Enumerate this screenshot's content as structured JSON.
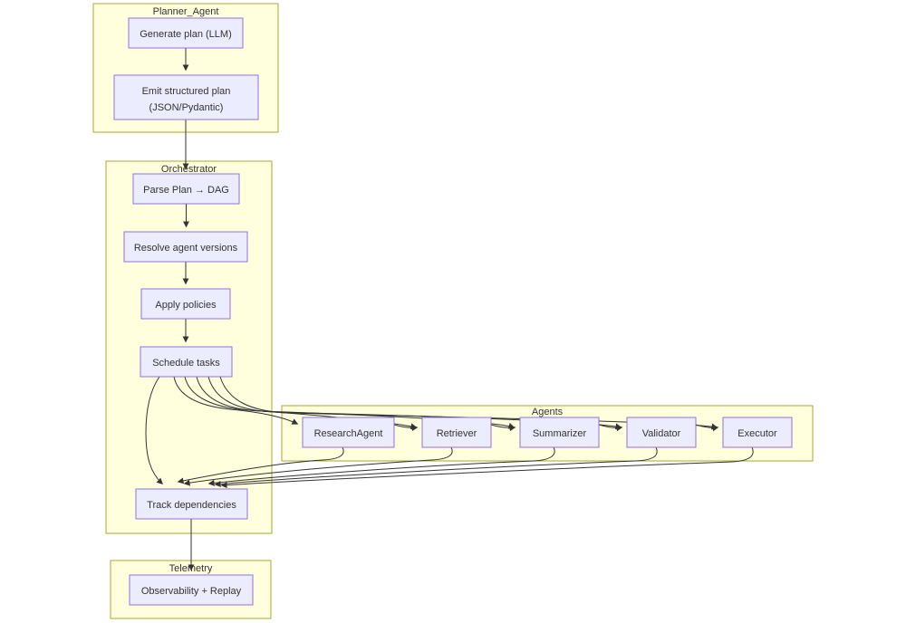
{
  "diagram": {
    "type": "flowchart",
    "colors": {
      "background": "#ffffff",
      "subgraph_fill": "#ffffde",
      "subgraph_border": "#aaaa33",
      "node_fill": "#ececff",
      "node_border": "#9370db",
      "edge": "#333333",
      "text": "#333333"
    },
    "subgraphs": {
      "planner": {
        "label": "Planner_Agent"
      },
      "orchestrator": {
        "label": "Orchestrator"
      },
      "agents": {
        "label": "Agents"
      },
      "telemetry": {
        "label": "Telemetry"
      }
    },
    "nodes": {
      "generate_plan": {
        "label": "Generate plan (LLM)"
      },
      "emit_plan": {
        "line1": "Emit structured plan",
        "line2": "(JSON/Pydantic)"
      },
      "parse_plan": {
        "label": "Parse Plan → DAG"
      },
      "resolve_versions": {
        "label": "Resolve agent versions"
      },
      "apply_policies": {
        "label": "Apply policies"
      },
      "schedule_tasks": {
        "label": "Schedule tasks"
      },
      "track_dependencies": {
        "label": "Track dependencies"
      },
      "research_agent": {
        "label": "ResearchAgent"
      },
      "retriever": {
        "label": "Retriever"
      },
      "summarizer": {
        "label": "Summarizer"
      },
      "validator": {
        "label": "Validator"
      },
      "executor": {
        "label": "Executor"
      },
      "observability": {
        "label": "Observability + Replay"
      }
    },
    "edges": [
      {
        "from": "Generate plan (LLM)",
        "to": "Emit structured plan (JSON/Pydantic)"
      },
      {
        "from": "Emit structured plan (JSON/Pydantic)",
        "to": "Parse Plan → DAG"
      },
      {
        "from": "Parse Plan → DAG",
        "to": "Resolve agent versions"
      },
      {
        "from": "Resolve agent versions",
        "to": "Apply policies"
      },
      {
        "from": "Apply policies",
        "to": "Schedule tasks"
      },
      {
        "from": "Schedule tasks",
        "to": "ResearchAgent"
      },
      {
        "from": "Schedule tasks",
        "to": "Retriever"
      },
      {
        "from": "Schedule tasks",
        "to": "Summarizer"
      },
      {
        "from": "Schedule tasks",
        "to": "Validator"
      },
      {
        "from": "Schedule tasks",
        "to": "Executor"
      },
      {
        "from": "Schedule tasks",
        "to": "Track dependencies"
      },
      {
        "from": "ResearchAgent",
        "to": "Retriever"
      },
      {
        "from": "Retriever",
        "to": "Summarizer"
      },
      {
        "from": "Summarizer",
        "to": "Validator"
      },
      {
        "from": "Validator",
        "to": "Executor"
      },
      {
        "from": "ResearchAgent",
        "to": "Track dependencies"
      },
      {
        "from": "Retriever",
        "to": "Track dependencies"
      },
      {
        "from": "Summarizer",
        "to": "Track dependencies"
      },
      {
        "from": "Validator",
        "to": "Track dependencies"
      },
      {
        "from": "Executor",
        "to": "Track dependencies"
      },
      {
        "from": "Track dependencies",
        "to": "Observability + Replay"
      }
    ]
  }
}
